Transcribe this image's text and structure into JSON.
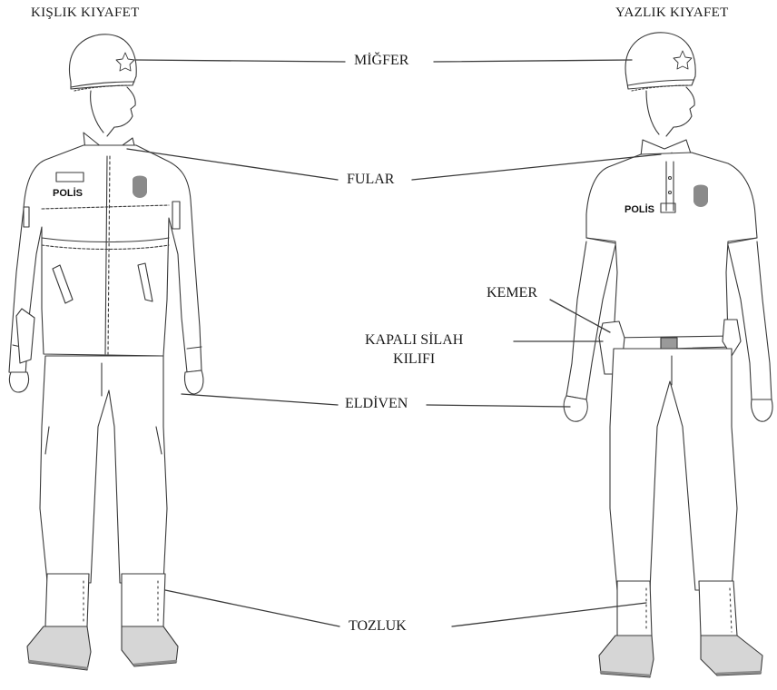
{
  "headings": {
    "winter": "KIŞLIK KIYAFET",
    "summer": "YAZLIK KIYAFET"
  },
  "callouts": {
    "helmet": "MİĞFER",
    "scarf": "FULAR",
    "belt": "KEMER",
    "holster_line1": "KAPALI SİLAH",
    "holster_line2": "KILIFI",
    "gloves": "ELDİVEN",
    "gaiters": "TOZLUK"
  },
  "badges": {
    "winter_chest": "POLİS",
    "summer_chest": "POLİS"
  },
  "colors": {
    "line": "#3a3a3a",
    "fill": "#ffffff",
    "shade": "#bdbdbd",
    "patch": "#8a8a8a"
  }
}
